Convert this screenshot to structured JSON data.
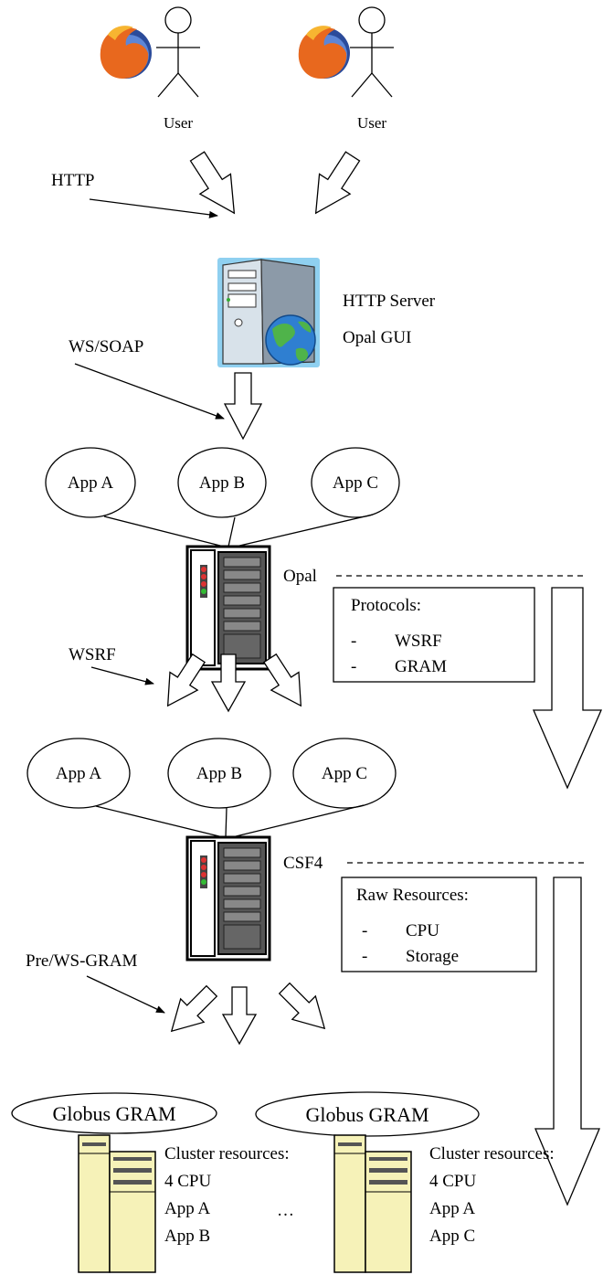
{
  "users": [
    {
      "label": "User"
    },
    {
      "label": "User"
    }
  ],
  "protocol_labels": {
    "http": "HTTP",
    "ws_soap": "WS/SOAP",
    "wsrf": "WSRF",
    "pre_ws_gram": "Pre/WS-GRAM"
  },
  "http_server": {
    "line1": "HTTP Server",
    "line2": "Opal GUI"
  },
  "opal": {
    "label": "Opal",
    "apps": [
      "App A",
      "App B",
      "App C"
    ],
    "info_title": "Protocols:",
    "info_items": [
      "WSRF",
      "GRAM"
    ]
  },
  "csf4": {
    "label": "CSF4",
    "apps": [
      "App A",
      "App B",
      "App C"
    ],
    "info_title": "Raw Resources:",
    "info_items": [
      "CPU",
      "Storage"
    ]
  },
  "clusters": [
    {
      "gram_label": "Globus GRAM",
      "resources_title": "Cluster resources:",
      "lines": [
        "4 CPU",
        "App A",
        "App B"
      ]
    },
    {
      "gram_label": "Globus GRAM",
      "resources_title": "Cluster resources:",
      "lines": [
        "4 CPU",
        "App A",
        "App C"
      ]
    }
  ],
  "ellipsis": "…",
  "icons": {
    "browser": "firefox-browser-icon",
    "user": "user-stick-figure-icon",
    "web_server": "web-server-icon",
    "grid_server": "rack-server-icon",
    "cluster": "cluster-computer-icon"
  },
  "colors": {
    "server_case": "#c9d6e2",
    "server_glow": "#8fd0f0",
    "globe_ocean": "#2f7fd1",
    "globe_land": "#4fb34a",
    "cluster_fill": "#f6f2b8",
    "firefox_orange": "#e8681e",
    "firefox_blue": "#2b4b9a"
  }
}
